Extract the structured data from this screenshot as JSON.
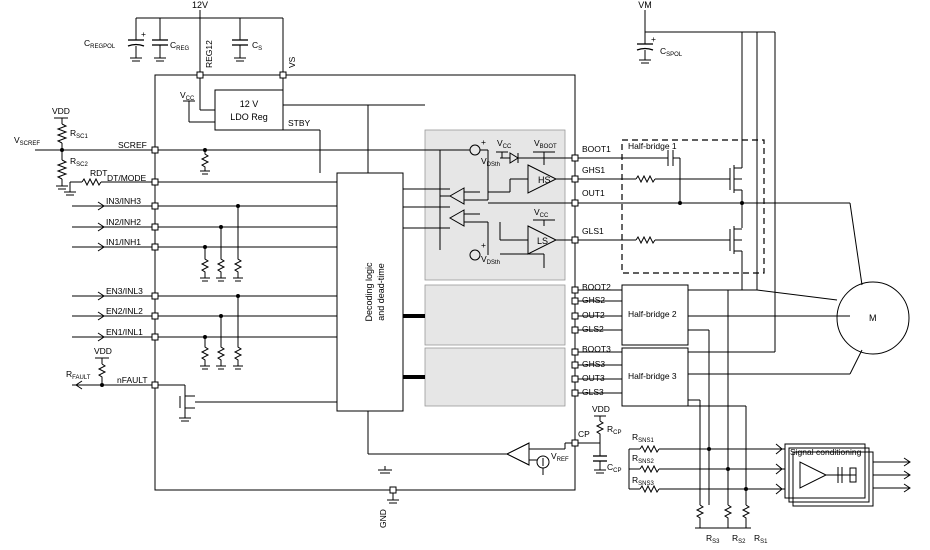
{
  "supplies": {
    "v12": "12V",
    "vm": "VM",
    "vdd": "VDD",
    "vcc": "V",
    "vcc_sub": "CC",
    "vboot": "V",
    "vboot_sub": "BOOT"
  },
  "pins_left": {
    "scref": "SCREF",
    "dt_mode": "DT/MODE",
    "in3": "IN3/INH3",
    "in2": "IN2/INH2",
    "in1": "IN1/INH1",
    "en3": "EN3/INL3",
    "en2": "EN2/INL2",
    "en1": "EN1/INL1",
    "nfault": "nFAULT"
  },
  "pins_top": {
    "reg12": "REG12",
    "vs": "VS",
    "stby": "STBY"
  },
  "pins_right": {
    "boot1": "BOOT1",
    "ghs1": "GHS1",
    "out1": "OUT1",
    "gls1": "GLS1",
    "boot2": "BOOT2",
    "ghs2": "GHS2",
    "out2": "OUT2",
    "gls2": "GLS2",
    "boot3": "BOOT3",
    "ghs3": "GHS3",
    "out3": "OUT3",
    "gls3": "GLS3",
    "cp": "CP"
  },
  "pins_bottom": {
    "gnd": "GND"
  },
  "components": {
    "cregpol": "C",
    "cregpol_sub": "REGPOL",
    "creg": "C",
    "creg_sub": "REG",
    "cs": "C",
    "cs_sub": "S",
    "cspol": "C",
    "cspol_sub": "SPOL",
    "vscref": "V",
    "vscref_sub": "SCREF",
    "rsc1": "R",
    "rsc1_sub": "SC1",
    "rsc2": "R",
    "rsc2_sub": "SC2",
    "rdt": "RDT",
    "rfault": "R",
    "rfault_sub": "FAULT",
    "rcp": "R",
    "rcp_sub": "CP",
    "ccp": "C",
    "ccp_sub": "CP",
    "rsns1": "R",
    "rsns1_sub": "SNS1",
    "rsns2": "R",
    "rsns2_sub": "SNS2",
    "rsns3": "R",
    "rsns3_sub": "SNS3",
    "rs1": "R",
    "rs1_sub": "S1",
    "rs2": "R",
    "rs2_sub": "S2",
    "rs3": "R",
    "rs3_sub": "S3",
    "vdsth": "V",
    "vdsth_sub": "DSth",
    "vref": "V",
    "vref_sub": "REF"
  },
  "blocks": {
    "ldo_line1": "12 V",
    "ldo_line2": "LDO Reg",
    "decoding_line1": "Decoding logic",
    "decoding_line2": "and dead-time",
    "hs": "HS",
    "ls": "LS",
    "half_bridge_1": "Half-bridge 1",
    "half_bridge_2": "Half-bridge 2",
    "half_bridge_3": "Half-bridge 3",
    "motor": "M",
    "signal_conditioning": "Signal conditioning"
  },
  "colors": {
    "block_fill": "#e6e6e6",
    "wire": "#000000",
    "background": "#ffffff"
  }
}
